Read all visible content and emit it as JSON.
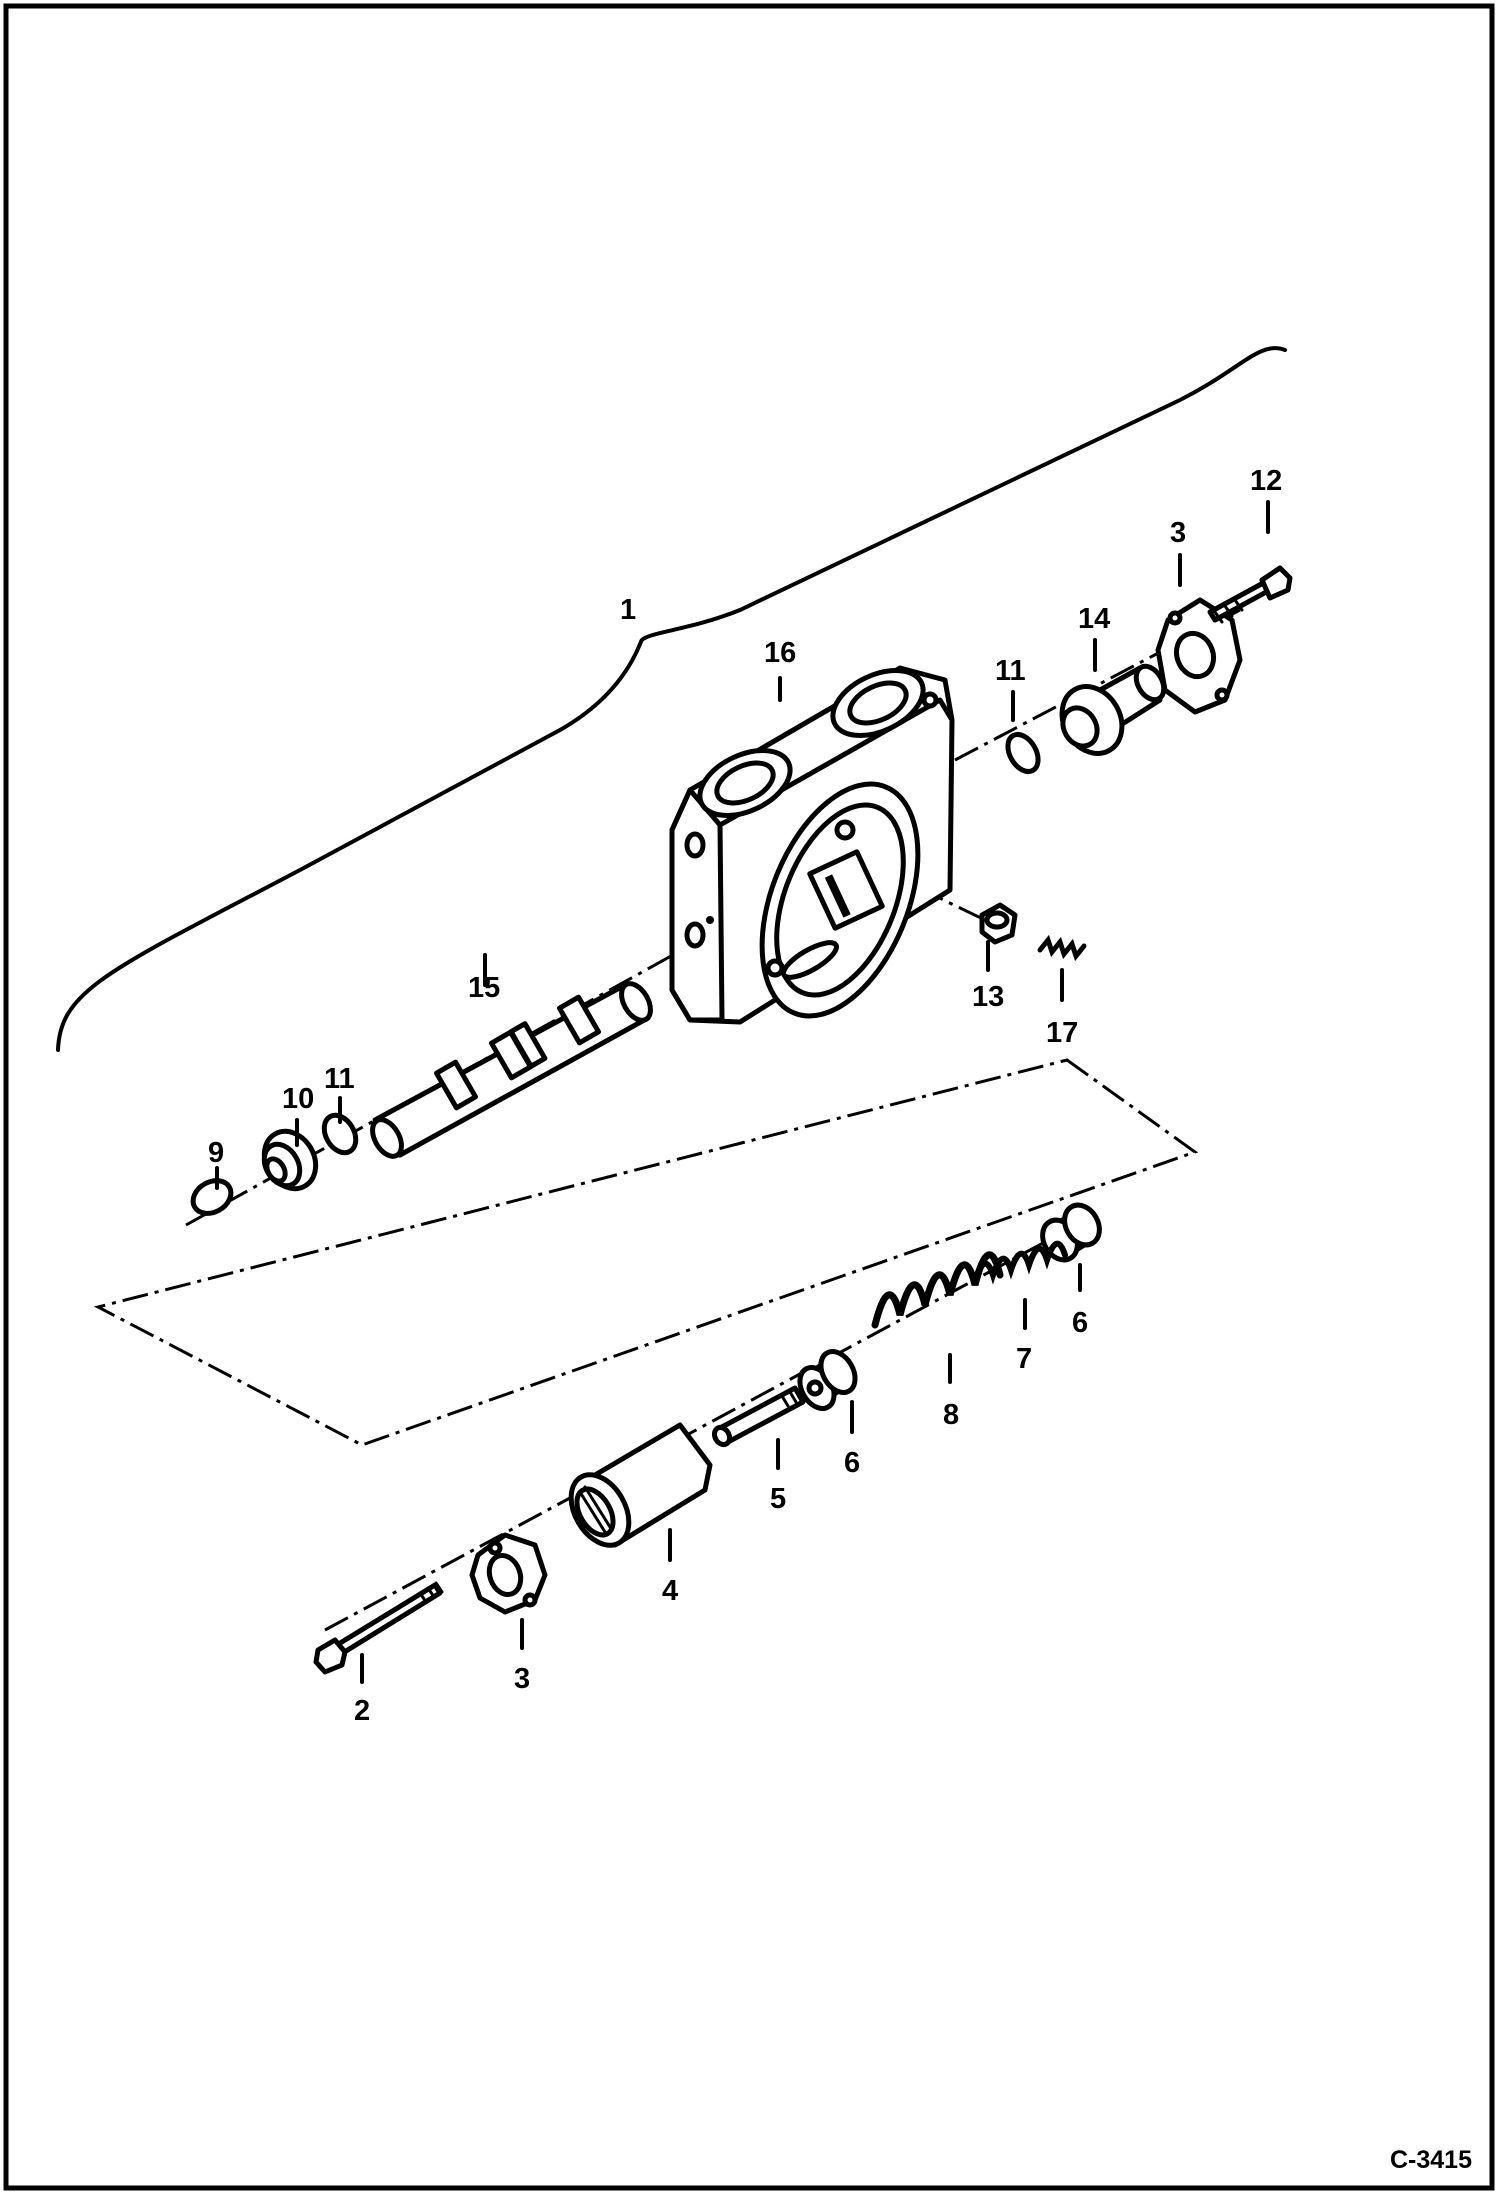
{
  "figure": {
    "figure_id": "C-3415"
  },
  "callouts": {
    "c1": "1",
    "c2": "2",
    "c3_top": "3",
    "c3_bottom": "3",
    "c4": "4",
    "c5": "5",
    "c6_left": "6",
    "c6_right": "6",
    "c7": "7",
    "c8": "8",
    "c9": "9",
    "c10": "10",
    "c11_left": "11",
    "c11_right": "11",
    "c12": "12",
    "c13": "13",
    "c14": "14",
    "c15": "15",
    "c16": "16",
    "c17": "17"
  },
  "colors": {
    "ink": "#000000",
    "paper": "#ffffff"
  }
}
